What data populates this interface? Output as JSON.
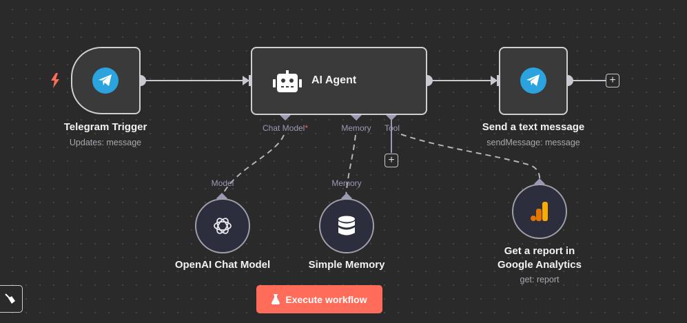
{
  "nodes": {
    "telegram_trigger": {
      "title": "Telegram Trigger",
      "subtitle": "Updates: message",
      "icon": "telegram-icon",
      "trigger_icon": "lightning-bolt-icon"
    },
    "ai_agent": {
      "title": "AI Agent",
      "icon": "robot-icon",
      "handles": {
        "chat_model": "Chat Model",
        "chat_model_required": "*",
        "memory": "Memory",
        "tool": "Tool"
      }
    },
    "send_message": {
      "title": "Send a text message",
      "subtitle": "sendMessage: message",
      "icon": "telegram-icon"
    },
    "openai_model": {
      "title": "OpenAI Chat Model",
      "handle_label": "Model",
      "icon": "openai-icon"
    },
    "simple_memory": {
      "title": "Simple Memory",
      "handle_label": "Memory",
      "icon": "database-icon"
    },
    "google_analytics": {
      "title_line1": "Get a report in",
      "title_line2": "Google Analytics",
      "subtitle": "get: report",
      "icon": "google-analytics-icon"
    }
  },
  "toolbar": {
    "execute_label": "Execute workflow",
    "execute_icon": "flask-icon",
    "tidy_icon": "broom-icon"
  },
  "colors": {
    "accent": "#ff6d5a",
    "telegram": "#2aa3df",
    "canvas": "#2a2a2a",
    "connection": "#c8c8d0",
    "handle": "#9a9ab6"
  }
}
